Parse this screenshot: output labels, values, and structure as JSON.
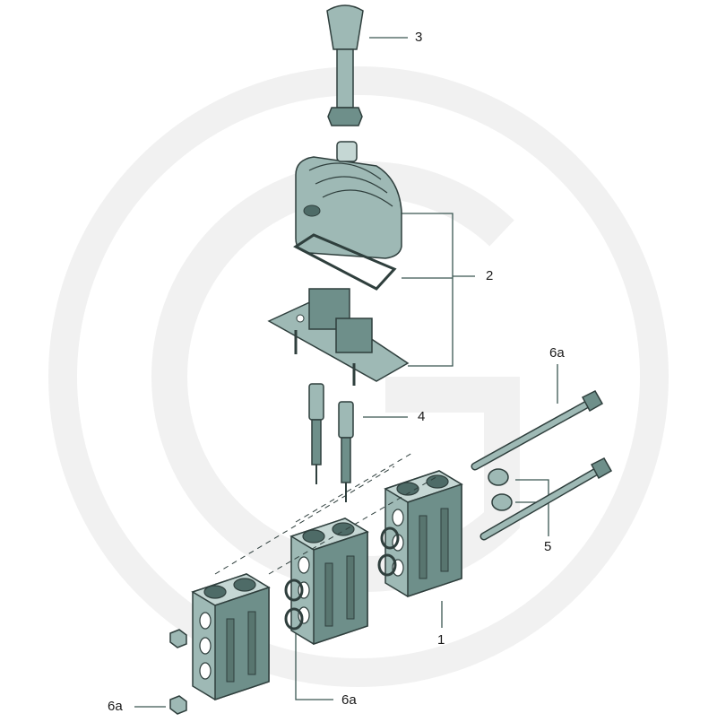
{
  "diagram": {
    "watermark": "ring-and-g-watermark",
    "colors": {
      "part_fill": "#9eb9b5",
      "part_dark": "#6e8f8a",
      "part_light": "#c5d7d4",
      "outline": "#2f3f3d",
      "leader": "#3a5652",
      "watermark": "#f1f1f1"
    },
    "callouts": [
      {
        "id": "lever",
        "label": "3"
      },
      {
        "id": "housing-assembly",
        "label": "2"
      },
      {
        "id": "plungers",
        "label": "4"
      },
      {
        "id": "tie-rod",
        "label": "6a"
      },
      {
        "id": "plugs",
        "label": "5"
      },
      {
        "id": "valve-block",
        "label": "1"
      },
      {
        "id": "seal-rings",
        "label": "6a"
      },
      {
        "id": "nut",
        "label": "6a"
      }
    ]
  }
}
